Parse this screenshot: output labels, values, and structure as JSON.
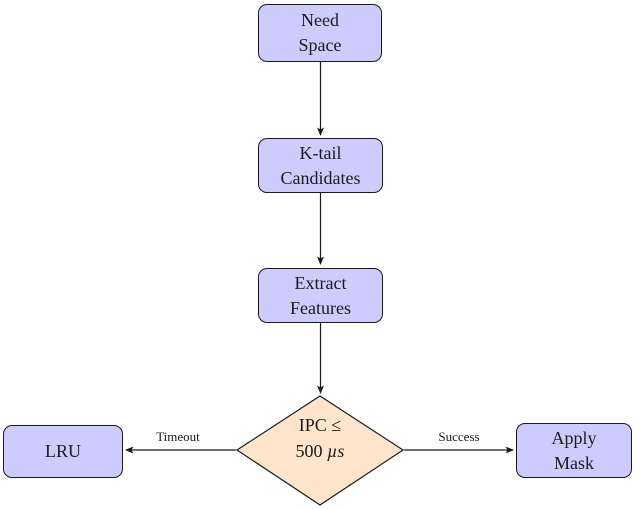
{
  "diagram": {
    "type": "flowchart",
    "nodes": {
      "need_space": {
        "line1": "Need",
        "line2": "Space"
      },
      "k_tail": {
        "line1": "K-tail",
        "line2": "Candidates"
      },
      "extract": {
        "line1": "Extract",
        "line2": "Features"
      },
      "decision": {
        "line1": "IPC ≤",
        "value": "500",
        "unit": "µs"
      },
      "lru": {
        "label": "LRU"
      },
      "apply_mask": {
        "line1": "Apply",
        "line2": "Mask"
      }
    },
    "edges": {
      "timeout_label": "Timeout",
      "success_label": "Success"
    },
    "colors": {
      "process_fill": "#ccccff",
      "decision_fill": "#ffe5cc",
      "border": "#1a1a1a",
      "arrow": "#1a1a1a",
      "text": "#1a1a1a",
      "background": "#ffffff"
    }
  }
}
